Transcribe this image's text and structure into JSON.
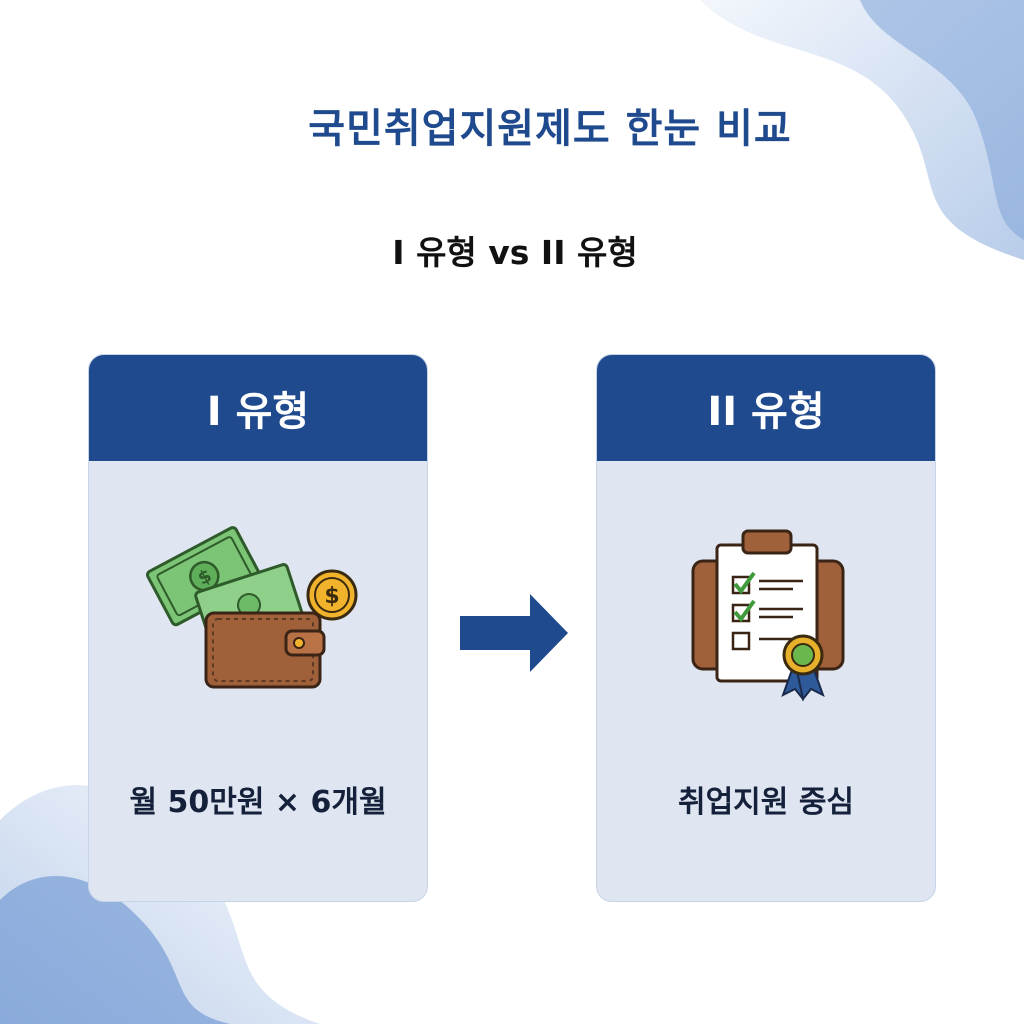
{
  "title": "국민취업지원제도 한눈 비교",
  "subtitle": "I 유형 vs II 유형",
  "cards": [
    {
      "header": "I 유형",
      "caption": "월 50만원 × 6개월",
      "illustration": "money-wallet-icon"
    },
    {
      "header": "II 유형",
      "caption": "취업지원 중심",
      "illustration": "briefcase-checklist-icon"
    }
  ],
  "colors": {
    "brand_blue": "#1f4a8e",
    "card_bg": "#dfe6f2",
    "title_text": "#1f4a8e",
    "body_text": "#15213a"
  }
}
